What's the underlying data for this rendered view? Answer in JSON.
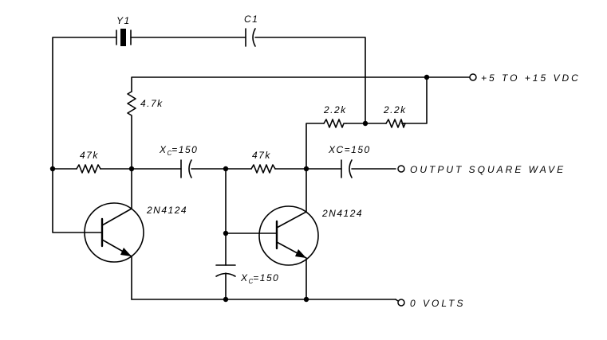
{
  "labels": {
    "crystal": "Y1",
    "cap_top": "C1",
    "r_collector_left": "4.7k",
    "r_base_left": "47k",
    "cap_mid_prefix": "X",
    "cap_mid_sub": "C",
    "cap_mid_value": "=150",
    "r_base_right": "47k",
    "r_collector_right_a": "2.2k",
    "r_collector_right_b": "2.2k",
    "cap_out": "XC=150",
    "cap_bottom_prefix": "X",
    "cap_bottom_sub": "C",
    "cap_bottom_value": "=150",
    "transistor_left": "2N4124",
    "transistor_right": "2N4124",
    "supply": "+5 TO +15 VDC",
    "output": "OUTPUT SQUARE WAVE",
    "ground": "0 VOLTS"
  }
}
